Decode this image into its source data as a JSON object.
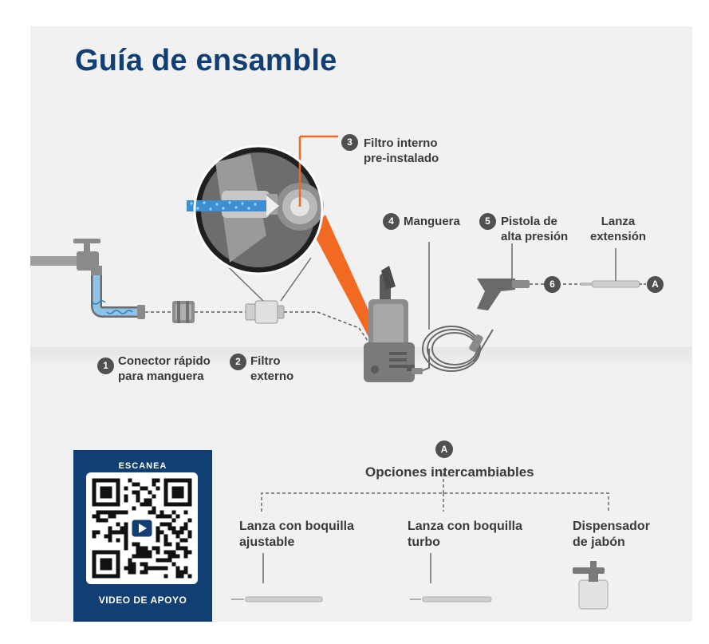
{
  "title": "Guía de ensamble",
  "steps": [
    {
      "number": "1",
      "label_line1": "Conector rápido",
      "label_line2": "para manguera"
    },
    {
      "number": "2",
      "label_line1": "Filtro",
      "label_line2": "externo"
    },
    {
      "number": "3",
      "label_line1": "Filtro interno",
      "label_line2": "pre-instalado"
    },
    {
      "number": "4",
      "label_line1": "Manguera",
      "label_line2": ""
    },
    {
      "number": "5",
      "label_line1": "Pistola de",
      "label_line2": "alta presión"
    },
    {
      "number": "6",
      "label_line1": "",
      "label_line2": ""
    }
  ],
  "lanza": {
    "label_line1": "Lanza",
    "label_line2": "extensión",
    "badge": "A"
  },
  "options": {
    "badge": "A",
    "title": "Opciones intercambiables",
    "items": [
      {
        "line1": "Lanza con boquilla",
        "line2": "ajustable"
      },
      {
        "line1": "Lanza con boquilla",
        "line2": "turbo"
      },
      {
        "line1": "Dispensador",
        "line2": "de jabón"
      }
    ]
  },
  "qr": {
    "header": "ESCANEA",
    "footer": "VIDEO DE APOYO",
    "icon": "play-icon"
  },
  "colors": {
    "title": "#123f73",
    "accent": "#f26a21",
    "badge": "#505050",
    "qr_background": "#123f73",
    "water": "#8fc3e6"
  }
}
